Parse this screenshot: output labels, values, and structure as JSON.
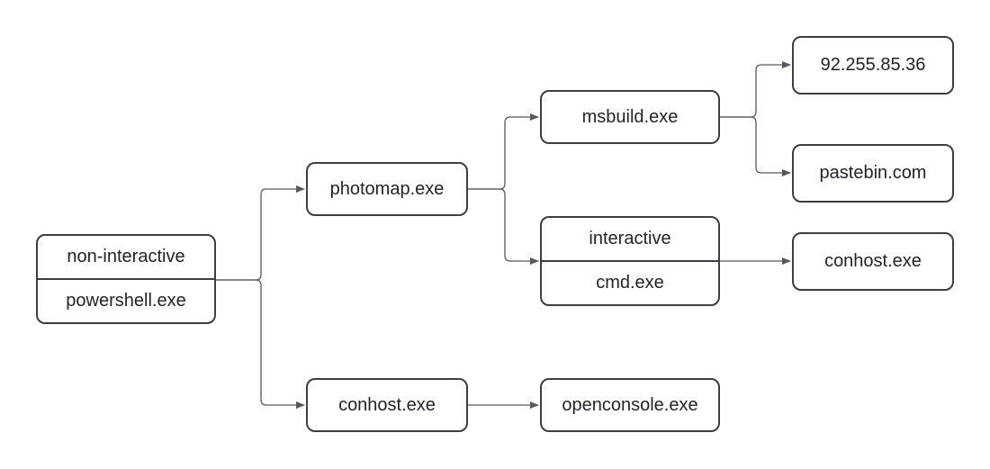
{
  "nodes": {
    "powershell": {
      "label_top": "non-interactive",
      "label": "powershell.exe"
    },
    "photomap": {
      "label": "photomap.exe"
    },
    "conhost_root": {
      "label": "conhost.exe"
    },
    "msbuild": {
      "label": "msbuild.exe"
    },
    "cmd": {
      "label_top": "interactive",
      "label": "cmd.exe"
    },
    "openconsole": {
      "label": "openconsole.exe"
    },
    "ip": {
      "label": "92.255.85.36"
    },
    "pastebin": {
      "label": "pastebin.com"
    },
    "conhost_cmd": {
      "label": "conhost.exe"
    }
  },
  "colors": {
    "border": "#3b3f45",
    "edge": "#555a60",
    "background": "#ffffff"
  }
}
